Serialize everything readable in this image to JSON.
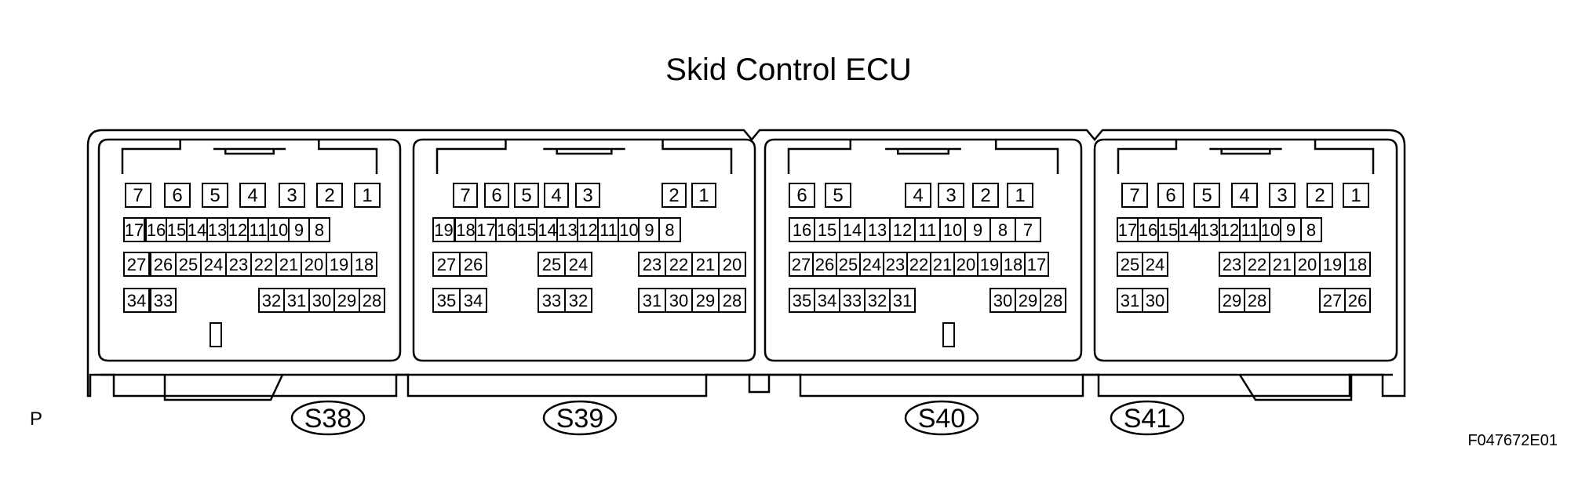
{
  "title": "Skid Control ECU",
  "left_marker": "P",
  "figure_code": "F047672E01",
  "connectors": [
    {
      "id": "S38",
      "label": "S38",
      "rows": [
        [
          "7",
          "6",
          "5",
          "4",
          "3",
          "2",
          "1"
        ],
        [
          "17",
          "16",
          "15",
          "14",
          "13",
          "12",
          "11",
          "10",
          "9",
          "8"
        ],
        [
          "27",
          "26",
          "25",
          "24",
          "23",
          "22",
          "21",
          "20",
          "19",
          "18"
        ],
        [
          "34",
          "33",
          "32",
          "31",
          "30",
          "29",
          "28"
        ]
      ]
    },
    {
      "id": "S39",
      "label": "S39",
      "rows": [
        [
          "7",
          "6",
          "5",
          "4",
          "3",
          "2",
          "1"
        ],
        [
          "19",
          "18",
          "17",
          "16",
          "15",
          "14",
          "13",
          "12",
          "11",
          "10",
          "9",
          "8"
        ],
        [
          "27",
          "26",
          "25",
          "24",
          "23",
          "22",
          "21",
          "20"
        ],
        [
          "35",
          "34",
          "33",
          "32",
          "31",
          "30",
          "29",
          "28"
        ]
      ]
    },
    {
      "id": "S40",
      "label": "S40",
      "rows": [
        [
          "6",
          "5",
          "4",
          "3",
          "2",
          "1"
        ],
        [
          "16",
          "15",
          "14",
          "13",
          "12",
          "11",
          "10",
          "9",
          "8",
          "7"
        ],
        [
          "27",
          "26",
          "25",
          "24",
          "23",
          "22",
          "21",
          "20",
          "19",
          "18",
          "17"
        ],
        [
          "35",
          "34",
          "33",
          "32",
          "31",
          "30",
          "29",
          "28"
        ]
      ]
    },
    {
      "id": "S41",
      "label": "S41",
      "rows": [
        [
          "7",
          "6",
          "5",
          "4",
          "3",
          "2",
          "1"
        ],
        [
          "17",
          "16",
          "15",
          "14",
          "13",
          "12",
          "11",
          "10",
          "9",
          "8"
        ],
        [
          "25",
          "24",
          "23",
          "22",
          "21",
          "20",
          "19",
          "18"
        ],
        [
          "31",
          "30",
          "29",
          "28",
          "27",
          "26"
        ]
      ]
    }
  ]
}
